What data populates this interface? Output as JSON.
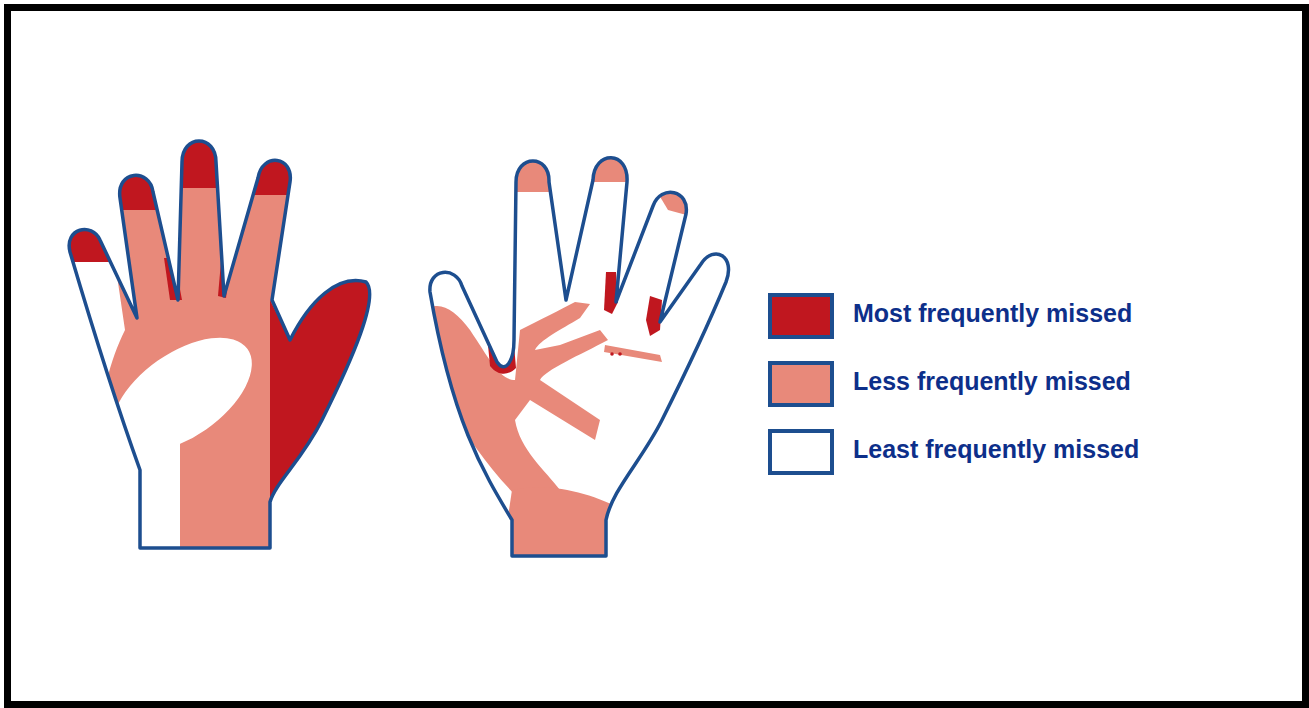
{
  "diagram": {
    "legend": [
      {
        "text": "Most frequently missed",
        "color": "#c0171f"
      },
      {
        "text": "Less frequently missed",
        "color": "#e8897a"
      },
      {
        "text": "Least frequently missed",
        "color": "#ffffff"
      }
    ]
  }
}
